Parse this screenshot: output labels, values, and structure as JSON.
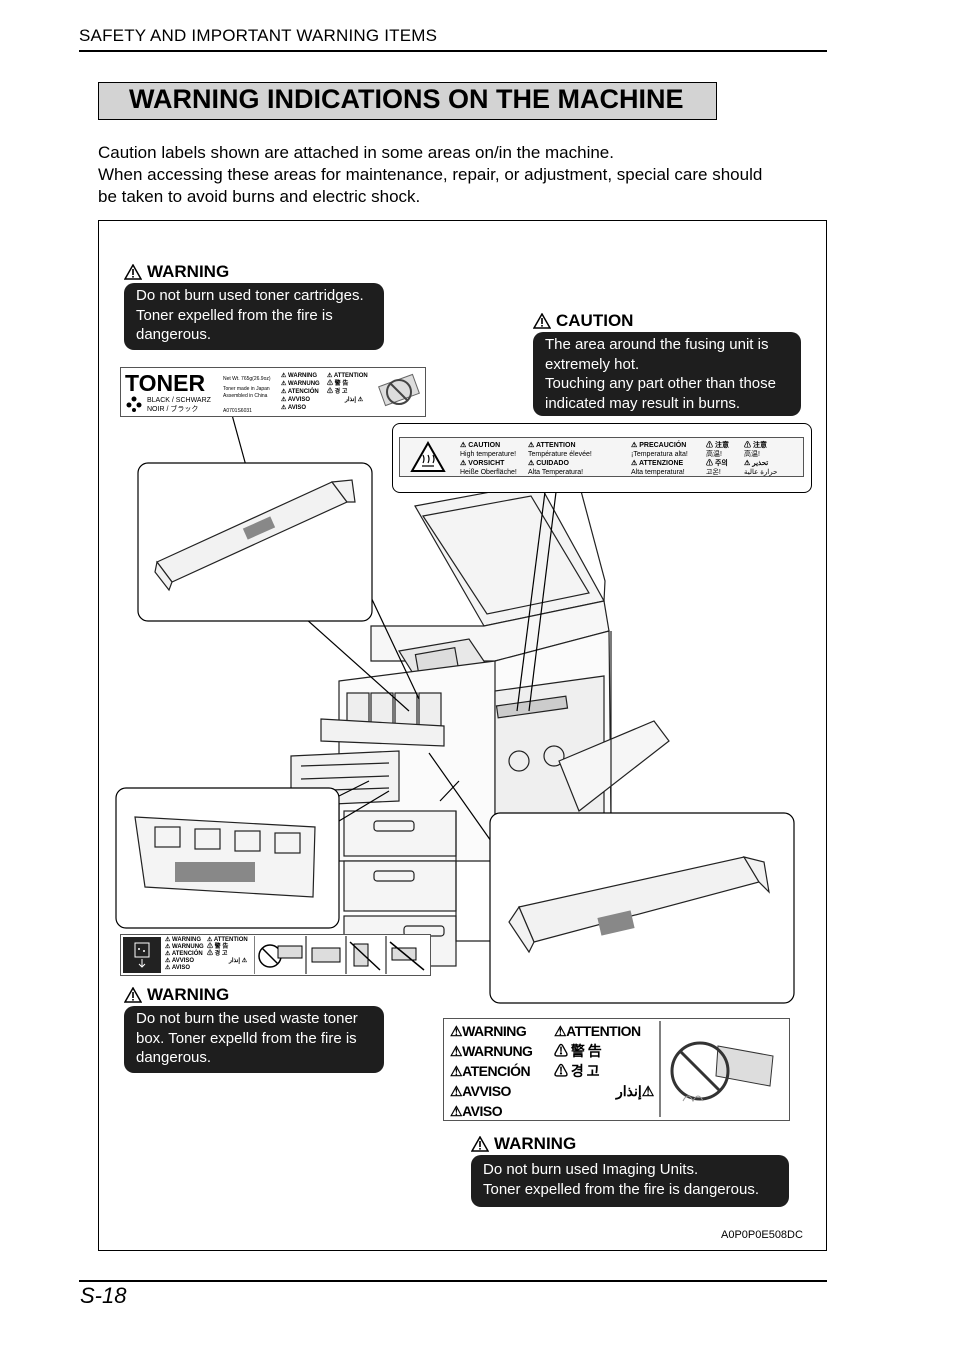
{
  "header": {
    "section": "SAFETY AND IMPORTANT WARNING ITEMS"
  },
  "title": "WARNING INDICATIONS ON THE MACHINE",
  "intro": [
    "Caution labels shown are attached in some areas on/in the machine.",
    "When accessing these areas for maintenance, repair, or adjustment, special care should",
    "be taken to avoid burns and electric shock."
  ],
  "callouts": {
    "toner": {
      "heading": "WARNING",
      "lines": [
        "Do not burn used toner cartridges.",
        "Toner expelled from the fire is",
        "dangerous."
      ]
    },
    "fusing": {
      "heading": "CAUTION",
      "lines": [
        "The area around the fusing unit is",
        "extremely hot.",
        "Touching any part other than those",
        "indicated may result in burns."
      ]
    },
    "waste": {
      "heading": "WARNING",
      "lines": [
        "Do not burn the used waste toner",
        "box. Toner expelld from the fire is",
        "dangerous."
      ]
    },
    "imaging": {
      "heading": "WARNING",
      "lines": [
        "Do not burn used Imaging Units.",
        "Toner expelled from the fire is dangerous."
      ]
    }
  },
  "toner_label": {
    "brand": "TONER",
    "color_text": [
      "BLACK / SCHWARZ",
      "NOIR / ブラック"
    ],
    "net_wt": "Net Wt. 765g(26.9oz)",
    "made_in": [
      "Toner made in Japan",
      "Assembled in China"
    ],
    "label_code": "A0701S6031",
    "warnings_left": [
      "WARNING",
      "WARNUNG",
      "ATENCIÓN",
      "AVVISO",
      "AVISO"
    ],
    "warnings_right": [
      "ATTENTION",
      "警 告",
      "경 고",
      "إنذار"
    ]
  },
  "fusing_label": {
    "cells": [
      [
        "CAUTION",
        "High temperature!"
      ],
      [
        "ATTENTION",
        "Température élevée!"
      ],
      [
        "PRECAUCIÓN",
        "¡Temperatura alta!"
      ],
      [
        "注意",
        "高温!"
      ],
      [
        "注意",
        "高温!"
      ],
      [
        "VORSICHT",
        "Heiße Oberfläche!"
      ],
      [
        "CUIDADO",
        "Alta Temperatura!"
      ],
      [
        "ATTENZIONE",
        "Alta temperatura!"
      ],
      [
        "주의",
        "고온!"
      ],
      [
        "تحذير",
        "حرارة عالية"
      ]
    ]
  },
  "waste_label": {
    "left": [
      "WARNING",
      "WARNUNG",
      "ATENCIÓN",
      "AVVISO",
      "AVISO"
    ],
    "right": [
      "ATTENTION",
      "警 告",
      "경 고",
      "إنذار"
    ]
  },
  "imaging_label": {
    "left": [
      "WARNING",
      "WARNUNG",
      "ATENCIÓN",
      "AVVISO",
      "AVISO"
    ],
    "right": [
      "ATTENTION",
      "警 告",
      "경 고",
      "إنذار"
    ]
  },
  "figure_id": "A0P0P0E508DC",
  "footer": {
    "page": "S-18"
  }
}
